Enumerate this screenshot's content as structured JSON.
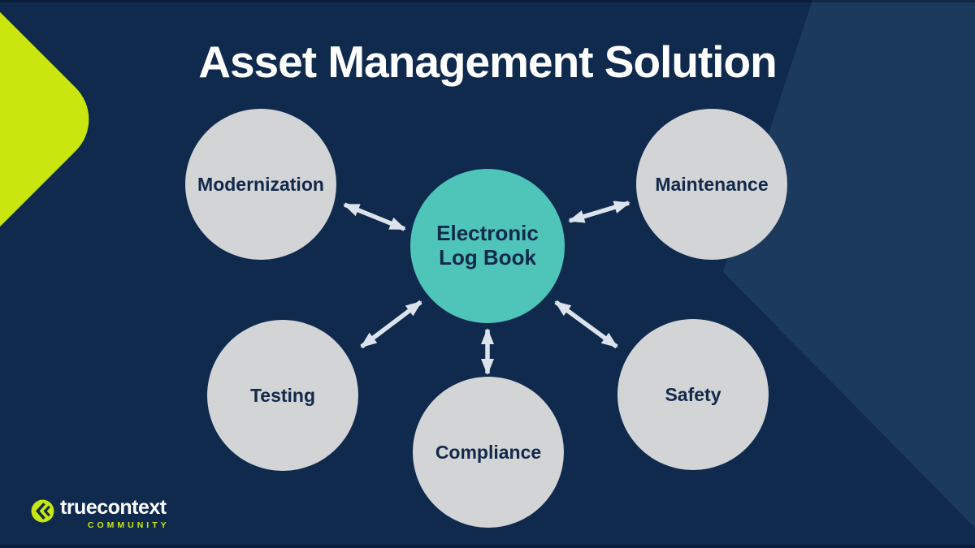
{
  "slide": {
    "title": "Asset Management Solution"
  },
  "colors": {
    "background": "#0f2a4d",
    "accent_wedge": "#1c3a5e",
    "corner_accent": "#c9e70f",
    "hub_fill": "#4fc4b8",
    "node_fill": "#d2d4d6",
    "label_text": "#12294b",
    "arrow": "#dde3ec",
    "title_text": "#ffffff"
  },
  "diagram": {
    "hub": {
      "label_line1": "Electronic",
      "label_line2": "Log Book"
    },
    "nodes": [
      {
        "id": "modernization",
        "label": "Modernization"
      },
      {
        "id": "maintenance",
        "label": "Maintenance"
      },
      {
        "id": "testing",
        "label": "Testing"
      },
      {
        "id": "compliance",
        "label": "Compliance"
      },
      {
        "id": "safety",
        "label": "Safety"
      }
    ],
    "connections": [
      {
        "from": "modernization",
        "to": "hub",
        "bidirectional": true
      },
      {
        "from": "maintenance",
        "to": "hub",
        "bidirectional": true
      },
      {
        "from": "testing",
        "to": "hub",
        "bidirectional": true
      },
      {
        "from": "compliance",
        "to": "hub",
        "bidirectional": true
      },
      {
        "from": "safety",
        "to": "hub",
        "bidirectional": true
      }
    ]
  },
  "footer": {
    "brand": "truecontext",
    "community_label": "COMMUNITY"
  }
}
